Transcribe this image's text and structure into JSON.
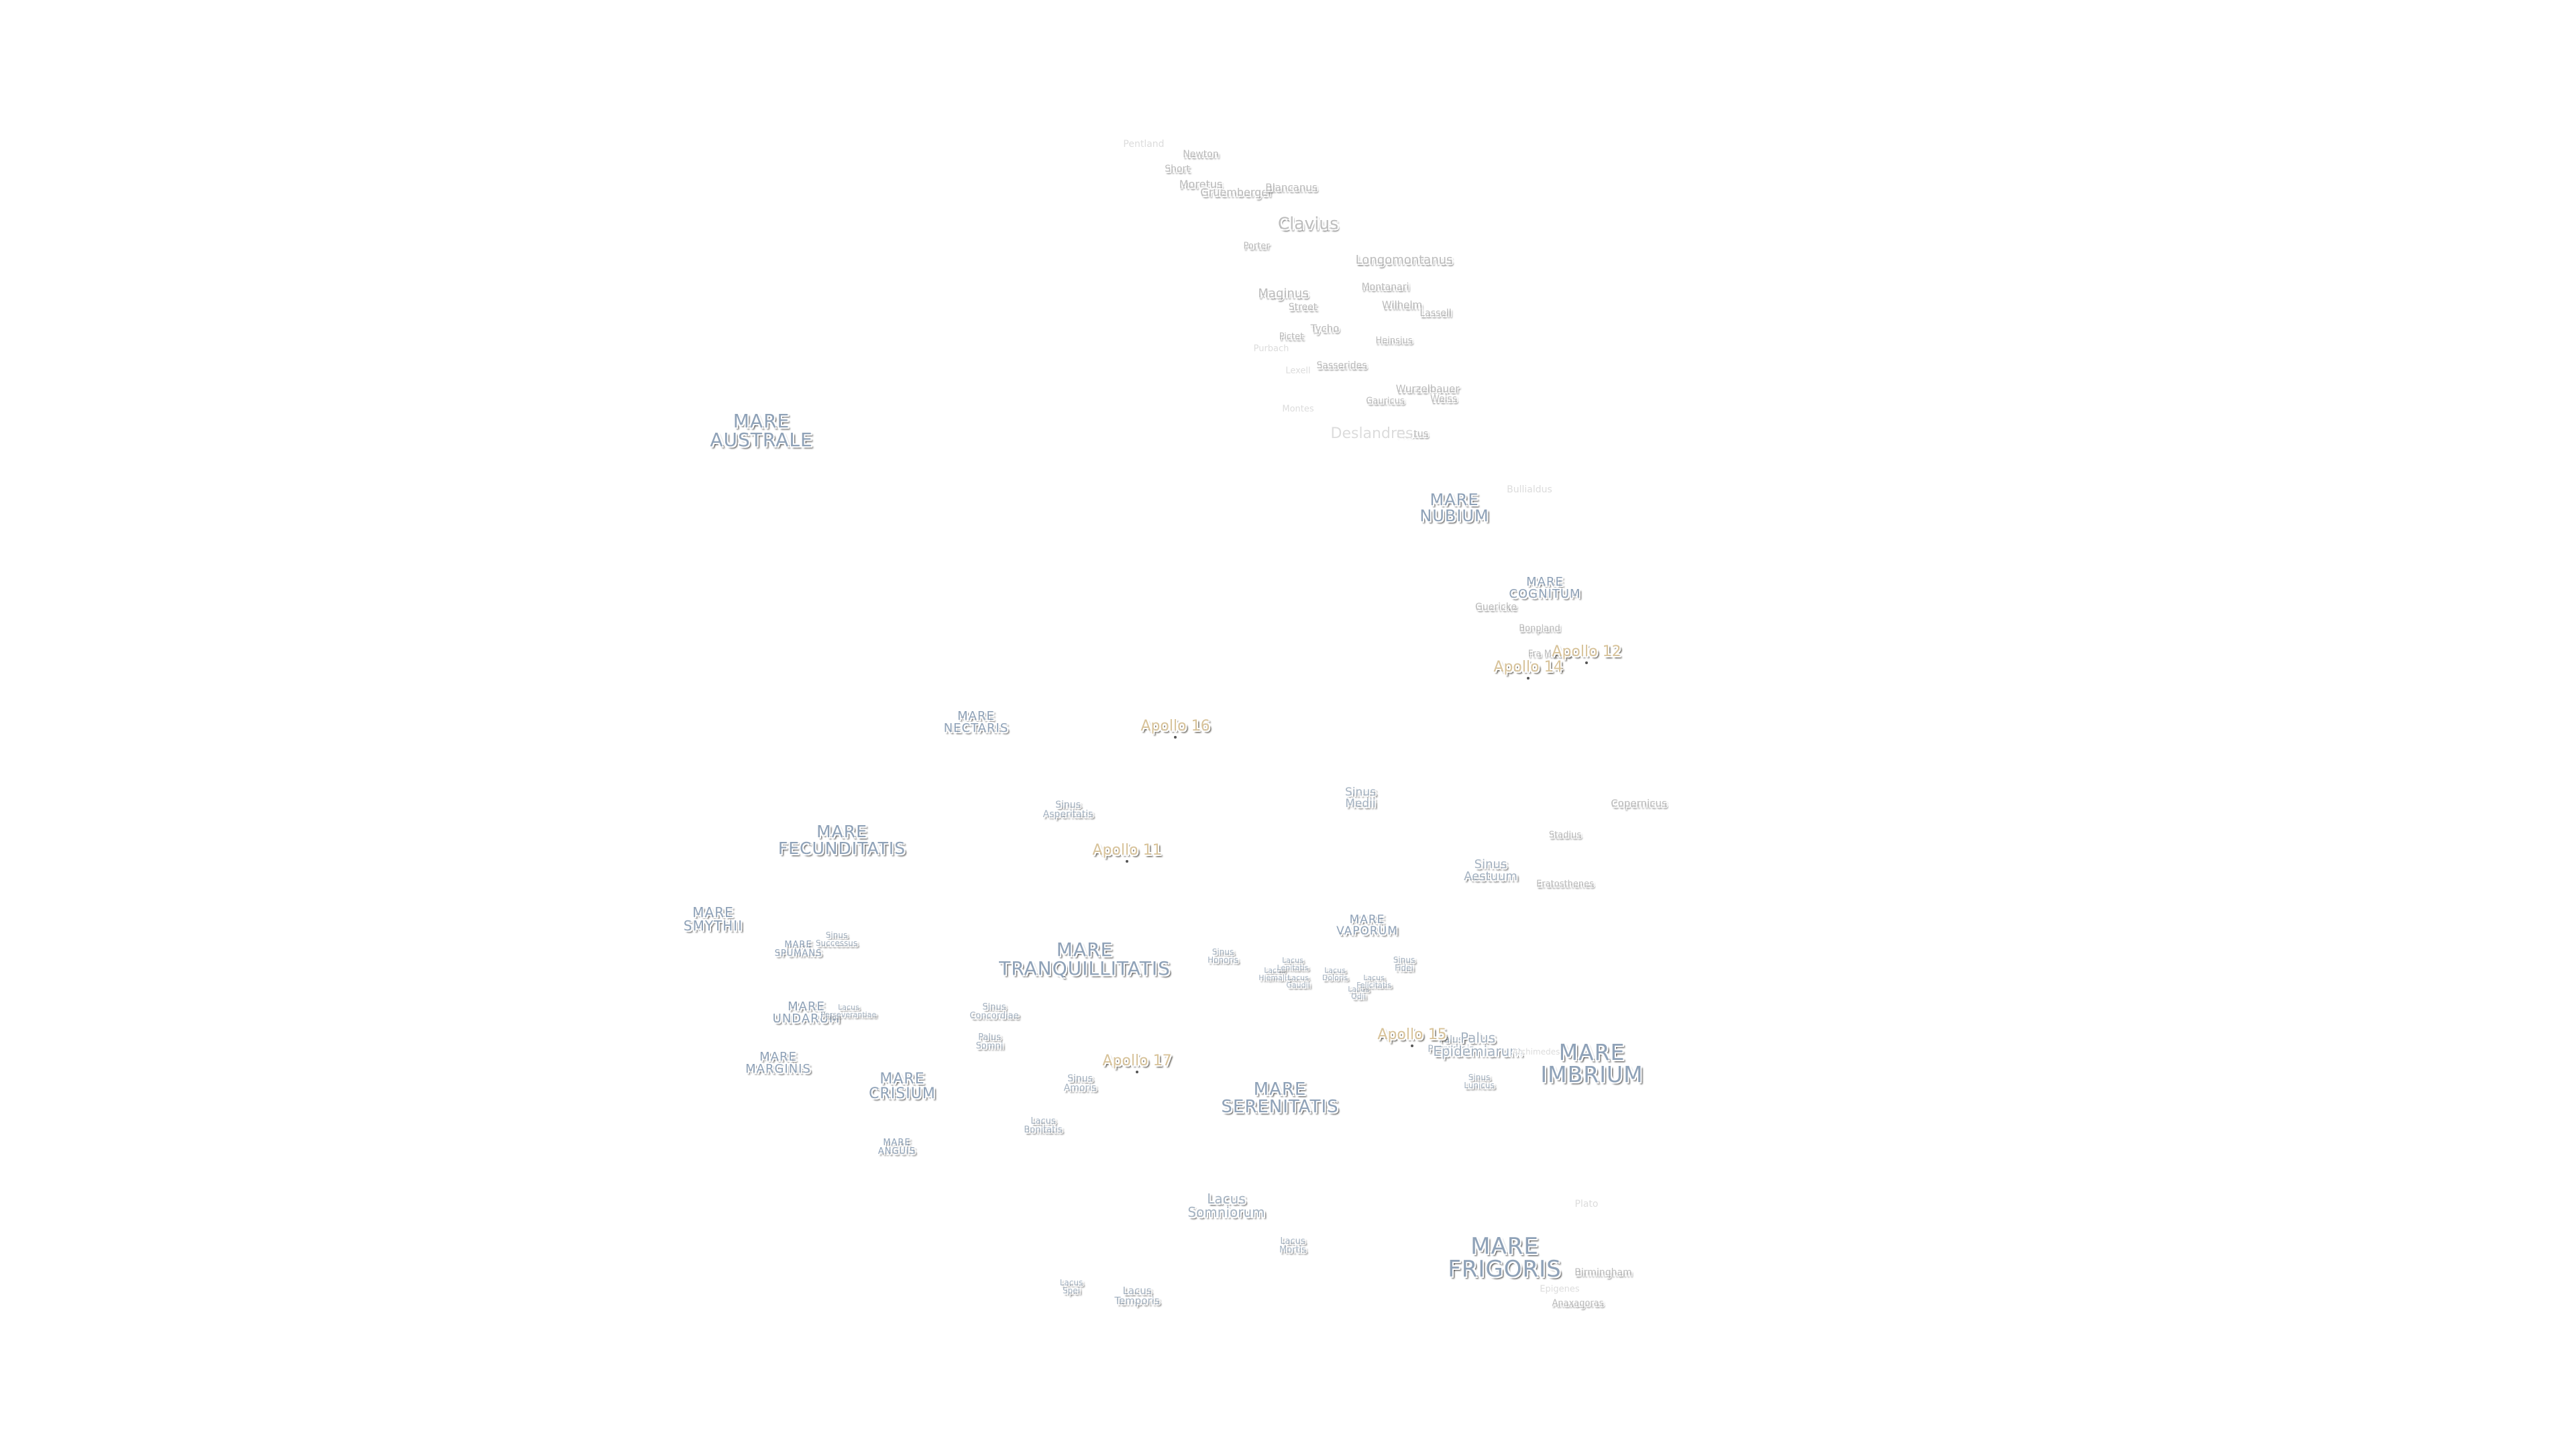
{
  "labels": [
    {
      "id": "mare-australe",
      "text": "MARE\nAUSTRALE",
      "kind": "mare"
    },
    {
      "id": "mare-nubium",
      "text": "MARE\nNUBIUM",
      "kind": "mare"
    },
    {
      "id": "mare-cognitum",
      "text": "MARE\nCOGNITUM",
      "kind": "mare"
    },
    {
      "id": "mare-nectaris",
      "text": "MARE\nNECTARIS",
      "kind": "mare"
    },
    {
      "id": "mare-fecunditatis",
      "text": "MARE\nFECUNDITATIS",
      "kind": "mare"
    },
    {
      "id": "mare-smythii",
      "text": "MARE\nSMYTHII",
      "kind": "mare"
    },
    {
      "id": "mare-spumans",
      "text": "MARE\nSPUMANS",
      "kind": "mare"
    },
    {
      "id": "mare-undarum",
      "text": "MARE\nUNDARUM",
      "kind": "mare"
    },
    {
      "id": "mare-marginis",
      "text": "MARE\nMARGINIS",
      "kind": "mare"
    },
    {
      "id": "mare-crisium",
      "text": "MARE\nCRISIUM",
      "kind": "mare"
    },
    {
      "id": "mare-anguis",
      "text": "MARE\nANGUIS",
      "kind": "mare"
    },
    {
      "id": "mare-tranquillitatis",
      "text": "MARE\nTRANQUILLITATIS",
      "kind": "mare"
    },
    {
      "id": "mare-serenitatis",
      "text": "MARE\nSERENITATIS",
      "kind": "mare"
    },
    {
      "id": "mare-vaporum",
      "text": "MARE\nVAPORUM",
      "kind": "mare"
    },
    {
      "id": "mare-imbrium",
      "text": "MARE\nIMBRIUM",
      "kind": "mare"
    },
    {
      "id": "mare-frigoris",
      "text": "MARE\nFRIGORIS",
      "kind": "mare"
    },
    {
      "id": "sinus-asperitatis",
      "text": "Sinus\nAsperitatis",
      "kind": "sinus"
    },
    {
      "id": "sinus-medii",
      "text": "Sinus\nMedii",
      "kind": "sinus"
    },
    {
      "id": "sinus-aestuum",
      "text": "Sinus\nAestuum",
      "kind": "sinus"
    },
    {
      "id": "sinus-successus",
      "text": "Sinus\nSuccessus",
      "kind": "sinus"
    },
    {
      "id": "lacus-perseverantiae",
      "text": "Lacus\nPerseverantiae",
      "kind": "sinus"
    },
    {
      "id": "sinus-concordiae",
      "text": "Sinus\nConcordiae",
      "kind": "sinus"
    },
    {
      "id": "palus-somni",
      "text": "Palus\nSomni",
      "kind": "sinus"
    },
    {
      "id": "sinus-amoris",
      "text": "Sinus\nAmoris",
      "kind": "sinus"
    },
    {
      "id": "lacus-bonitatis",
      "text": "Lacus\nBonitatis",
      "kind": "sinus"
    },
    {
      "id": "sinus-honoris",
      "text": "Sinus\nHonoris",
      "kind": "sinus"
    },
    {
      "id": "lacus-hiemalis",
      "text": "Lacus\nHiemalis",
      "kind": "sinus"
    },
    {
      "id": "lacus-lenitatis",
      "text": "Lacus\nLenitatis",
      "kind": "sinus"
    },
    {
      "id": "lacus-gaudii",
      "text": "Lacus\nGaudii",
      "kind": "sinus"
    },
    {
      "id": "lacus-doloris",
      "text": "Lacus\nDoloris",
      "kind": "sinus"
    },
    {
      "id": "lacus-odii",
      "text": "Lacus\nOdii",
      "kind": "sinus"
    },
    {
      "id": "lacus-felicitatis",
      "text": "Lacus\nFelicitatis",
      "kind": "sinus"
    },
    {
      "id": "sinus-fidei",
      "text": "Sinus\nFidei",
      "kind": "sinus"
    },
    {
      "id": "palus-putredinis",
      "text": "Palus\nPutredinis",
      "kind": "sinus"
    },
    {
      "id": "sinus-lunicus",
      "text": "Sinus\nLunicus",
      "kind": "sinus"
    },
    {
      "id": "palus-epidemiarum",
      "text": "Palus\nEpidemiarum",
      "kind": "sinus"
    },
    {
      "id": "lacus-somniorum",
      "text": "Lacus\nSomniorum",
      "kind": "sinus"
    },
    {
      "id": "lacus-mortis",
      "text": "Lacus\nMortis",
      "kind": "sinus"
    },
    {
      "id": "lacus-spei",
      "text": "Lacus\nSpei",
      "kind": "sinus"
    },
    {
      "id": "lacus-temporis",
      "text": "Lacus\nTemporis",
      "kind": "sinus"
    },
    {
      "id": "crater-newton",
      "text": "Newton",
      "kind": "crater"
    },
    {
      "id": "crater-short",
      "text": "Short",
      "kind": "crater"
    },
    {
      "id": "crater-moretus",
      "text": "Moretus",
      "kind": "crater"
    },
    {
      "id": "crater-gruemberger",
      "text": "Gruemberger",
      "kind": "crater"
    },
    {
      "id": "crater-blancanus",
      "text": "Blancanus",
      "kind": "crater"
    },
    {
      "id": "crater-clavius",
      "text": "Clavius",
      "kind": "crater"
    },
    {
      "id": "crater-porter",
      "text": "Porter",
      "kind": "crater"
    },
    {
      "id": "crater-longomontanus",
      "text": "Longomontanus",
      "kind": "crater"
    },
    {
      "id": "crater-montanari",
      "text": "Montanari",
      "kind": "crater"
    },
    {
      "id": "crater-maginus",
      "text": "Maginus",
      "kind": "crater"
    },
    {
      "id": "crater-street",
      "text": "Street",
      "kind": "crater"
    },
    {
      "id": "crater-wilhelm",
      "text": "Wilhelm",
      "kind": "crater"
    },
    {
      "id": "crater-lassell",
      "text": "Lassell",
      "kind": "crater"
    },
    {
      "id": "crater-tycho",
      "text": "Tycho",
      "kind": "crater"
    },
    {
      "id": "crater-pictet",
      "text": "Pictet",
      "kind": "crater"
    },
    {
      "id": "crater-heinsius",
      "text": "Heinsius",
      "kind": "crater"
    },
    {
      "id": "crater-sasserides",
      "text": "Sasserides",
      "kind": "crater"
    },
    {
      "id": "crater-wurzelbauer",
      "text": "Wurzelbauer",
      "kind": "crater"
    },
    {
      "id": "crater-weiss",
      "text": "Weiss",
      "kind": "crater"
    },
    {
      "id": "crater-gauricus",
      "text": "Gauricus",
      "kind": "crater"
    },
    {
      "id": "crater-pitatus",
      "text": "Pitatus",
      "kind": "crater"
    },
    {
      "id": "crater-guericke",
      "text": "Guericke",
      "kind": "crater"
    },
    {
      "id": "crater-bonpland",
      "text": "Bonpland",
      "kind": "crater"
    },
    {
      "id": "crater-fra-mauro",
      "text": "Fra Mauro",
      "kind": "crater"
    },
    {
      "id": "crater-copernicus",
      "text": "Copernicus",
      "kind": "crater"
    },
    {
      "id": "crater-stadius",
      "text": "Stadius",
      "kind": "crater"
    },
    {
      "id": "crater-eratosthenes",
      "text": "Eratosthenes",
      "kind": "crater"
    },
    {
      "id": "crater-birmingham",
      "text": "Birmingham",
      "kind": "crater"
    },
    {
      "id": "crater-anaxagoras",
      "text": "Anaxagoras",
      "kind": "crater"
    },
    {
      "id": "faint-pentland",
      "text": "Pentland",
      "kind": "faint"
    },
    {
      "id": "faint-deslandres",
      "text": "Deslandres",
      "kind": "faint"
    },
    {
      "id": "faint-bullialdus",
      "text": "Bullialdus",
      "kind": "faint"
    },
    {
      "id": "faint-purbach",
      "text": "Purbach",
      "kind": "faint"
    },
    {
      "id": "faint-lexell",
      "text": "Lexell",
      "kind": "faint"
    },
    {
      "id": "faint-montes",
      "text": "Montes",
      "kind": "faint"
    },
    {
      "id": "faint-plato",
      "text": "Plato",
      "kind": "faint"
    },
    {
      "id": "faint-epigenes",
      "text": "Epigenes",
      "kind": "faint"
    },
    {
      "id": "faint-archimedes",
      "text": "Archimedes",
      "kind": "faint"
    },
    {
      "id": "apollo-12",
      "text": "Apollo 12",
      "kind": "apollo"
    },
    {
      "id": "apollo-14",
      "text": "Apollo 14",
      "kind": "apollo"
    },
    {
      "id": "apollo-16",
      "text": "Apollo 16",
      "kind": "apollo"
    },
    {
      "id": "apollo-11",
      "text": "Apollo 11",
      "kind": "apollo"
    },
    {
      "id": "apollo-15",
      "text": "Apollo 15",
      "kind": "apollo"
    },
    {
      "id": "apollo-17",
      "text": "Apollo 17",
      "kind": "apollo"
    }
  ],
  "colors": {
    "mare": "#8fa2b8",
    "apollo": "#d8c39a",
    "crater": "#bdbdbd",
    "background": "#ffffff"
  }
}
